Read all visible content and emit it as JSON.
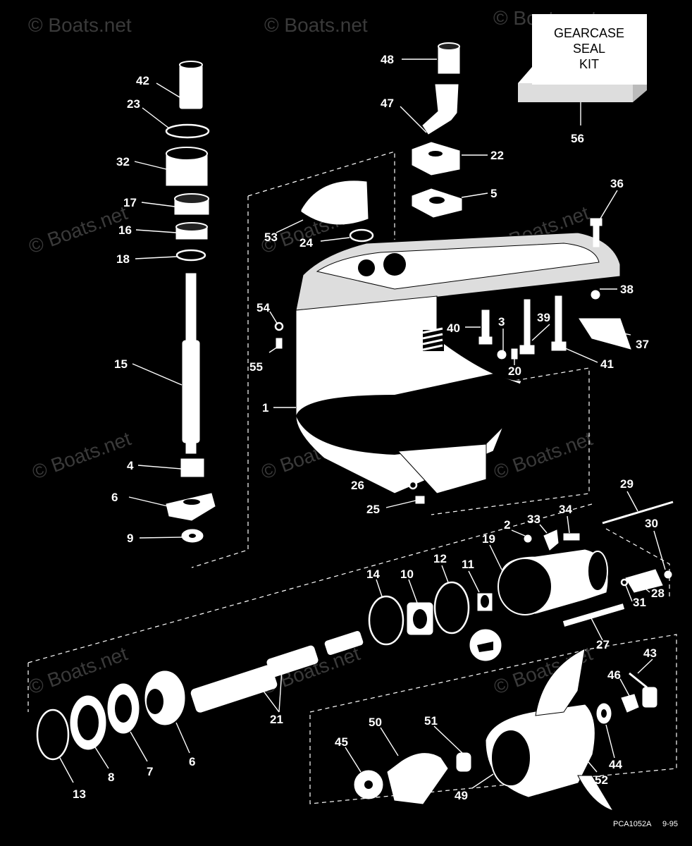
{
  "watermark": "© Boats.net",
  "kit_box": {
    "line1": "GEARCASE",
    "line2": "SEAL",
    "line3": "KIT"
  },
  "footer": {
    "code": "PCA1052A",
    "date": "9-95"
  },
  "labels": {
    "l48": "48",
    "l47": "47",
    "l56": "56",
    "l42": "42",
    "l23": "23",
    "l32": "32",
    "l22": "22",
    "l5": "5",
    "l36": "36",
    "l17": "17",
    "l16": "16",
    "l53": "53",
    "l24": "24",
    "l18": "18",
    "l38": "38",
    "l54": "54",
    "l40": "40",
    "l3": "3",
    "l39": "39",
    "l37": "37",
    "l15": "15",
    "l55": "55",
    "l20": "20",
    "l41": "41",
    "l1": "1",
    "l4": "4",
    "l6a": "6",
    "l26": "26",
    "l25": "25",
    "l29": "29",
    "l9": "9",
    "l2": "2",
    "l33": "33",
    "l34": "34",
    "l30": "30",
    "l14": "14",
    "l10": "10",
    "l12": "12",
    "l11": "11",
    "l19": "19",
    "l28": "28",
    "l31": "31",
    "l27": "27",
    "l43": "43",
    "l21": "21",
    "l46": "46",
    "l51": "51",
    "l45": "45",
    "l50": "50",
    "l44": "44",
    "l13": "13",
    "l8": "8",
    "l7": "7",
    "l6b": "6",
    "l52": "52",
    "l49": "49"
  }
}
